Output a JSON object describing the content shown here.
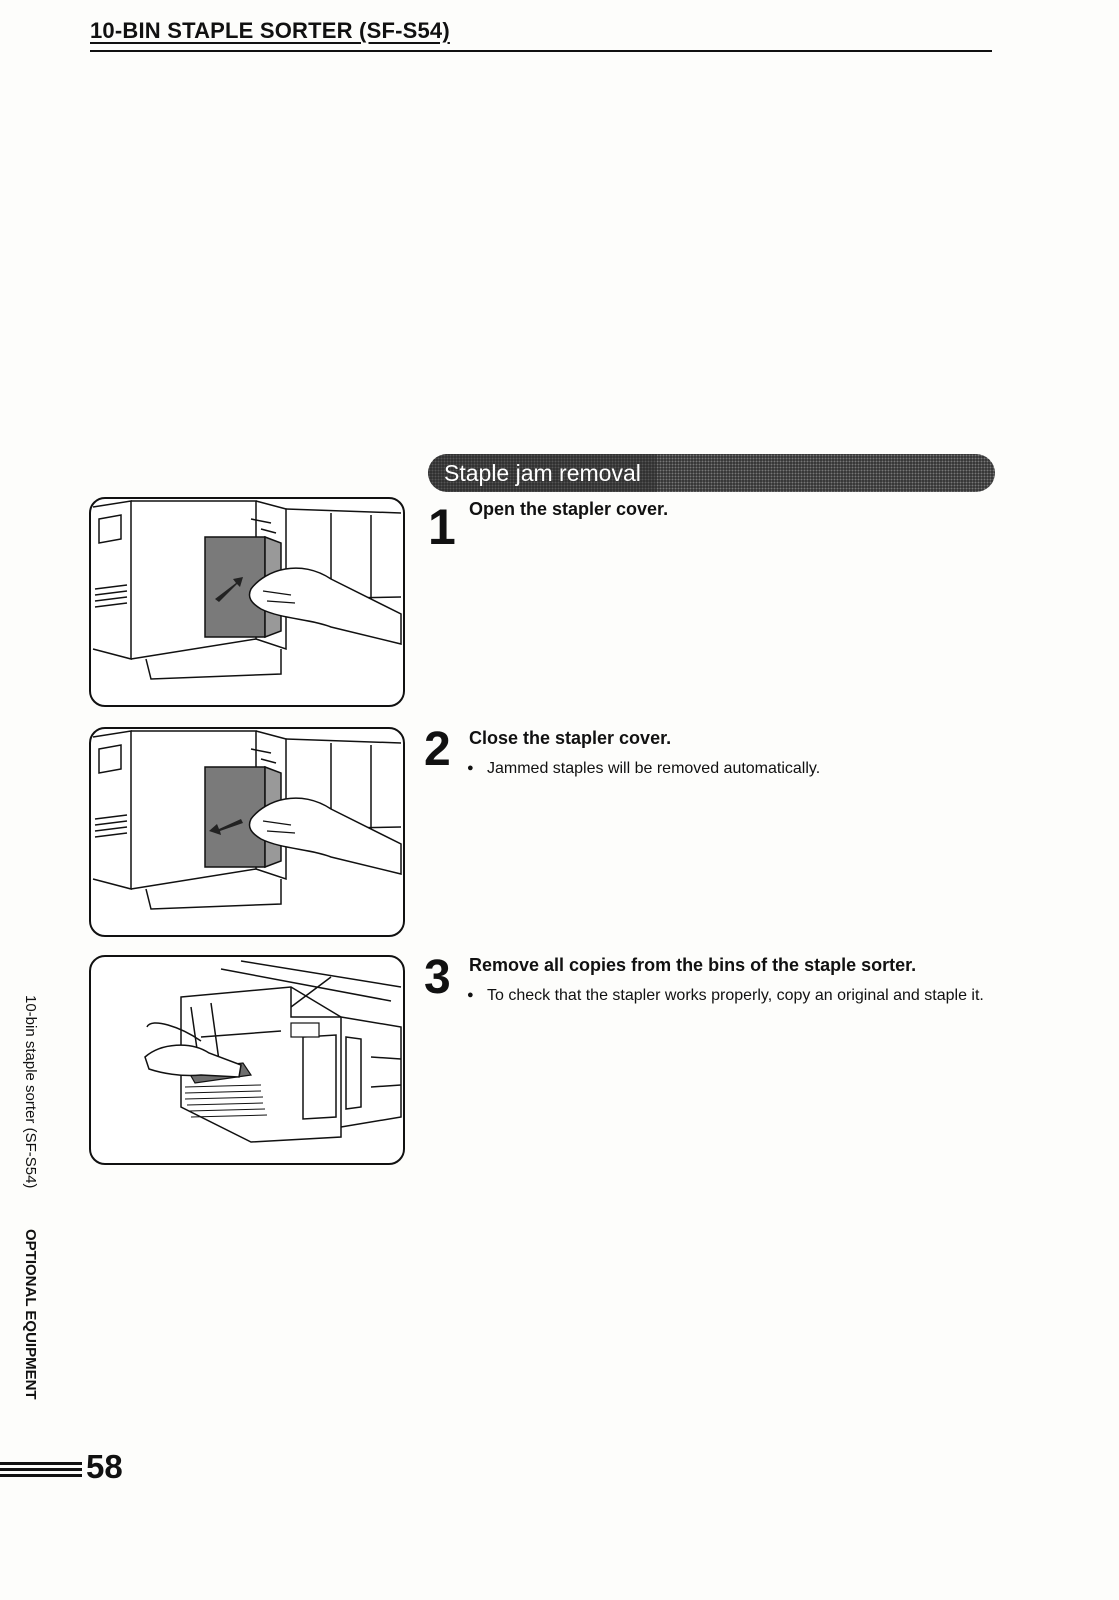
{
  "header": {
    "title": "10-BIN STAPLE SORTER (SF-S54)"
  },
  "section": {
    "title": "Staple jam removal"
  },
  "steps": [
    {
      "number": "1",
      "title": "Open the stapler cover.",
      "note": ""
    },
    {
      "number": "2",
      "title": "Close the stapler cover.",
      "note": "Jammed staples will be removed automatically."
    },
    {
      "number": "3",
      "title": "Remove all copies from the bins of the staple sorter.",
      "note": "To check that the stapler works properly, copy an original and staple it."
    }
  ],
  "side_tab": {
    "topic": "10-bin staple sorter (SF-S54)",
    "chapter": "OPTIONAL EQUIPMENT"
  },
  "footer": {
    "page_number": "58"
  }
}
